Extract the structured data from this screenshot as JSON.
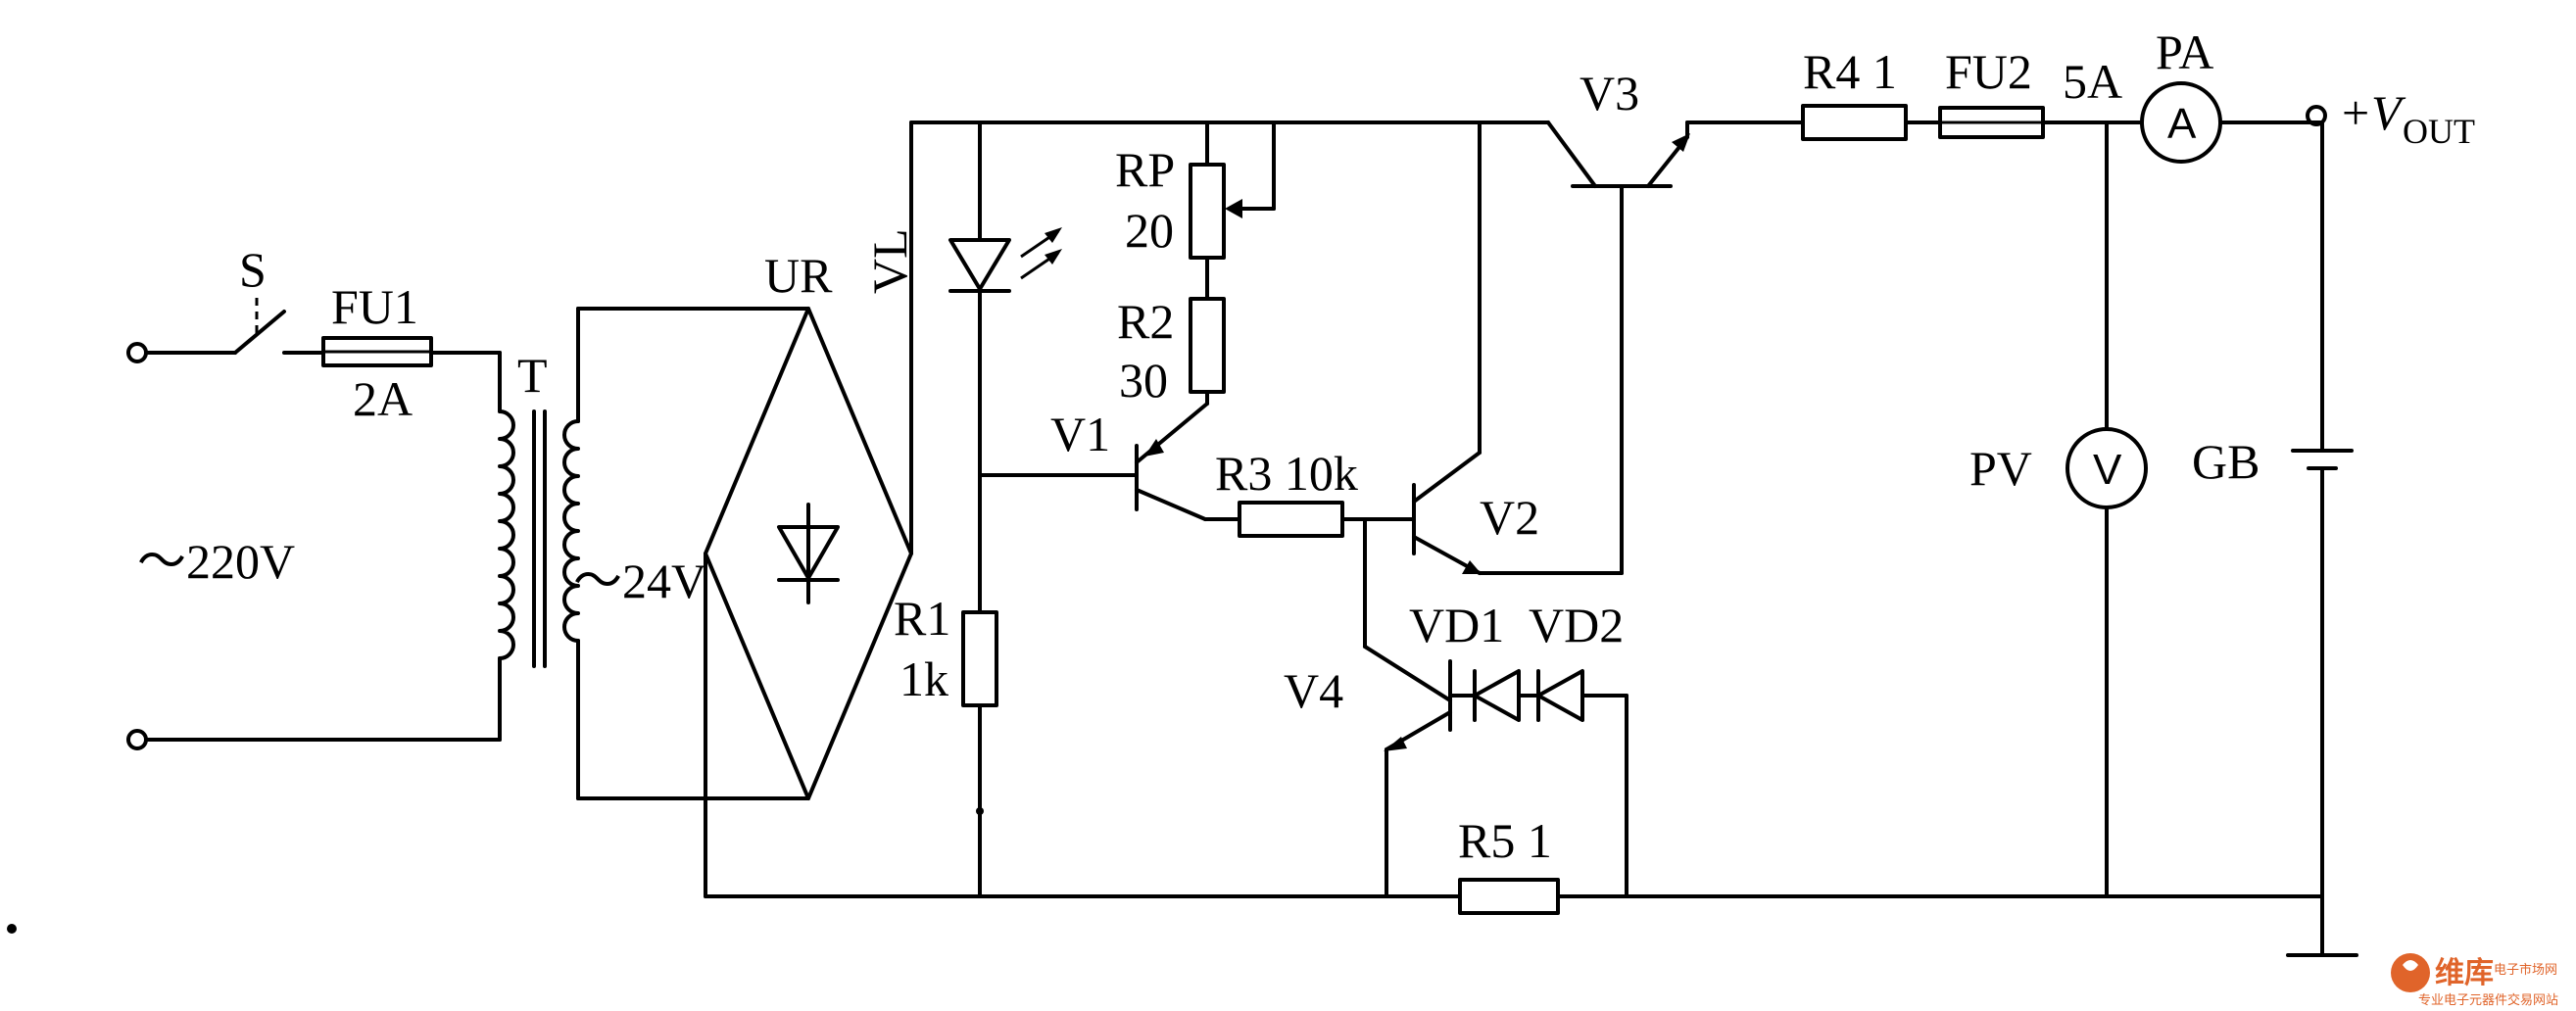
{
  "labels": {
    "S": "S",
    "FU1": "FU1",
    "FU1_rating": "2A",
    "T": "T",
    "input_voltage": "～220V",
    "secondary_voltage": "～24V",
    "UR": "UR",
    "VL": "VL",
    "RP": "RP",
    "RP_value": "20",
    "R2": "R2",
    "R2_value": "30",
    "V1": "V1",
    "R3": "R3 10k",
    "V2": "V2",
    "V3": "V3",
    "R4": "R4  1",
    "FU2": "FU2",
    "FU2_rating": "5A",
    "PA": "PA",
    "PA_symbol": "A",
    "output_plus": "+",
    "output_V": "V",
    "output_sub": "OUT",
    "PV": "PV",
    "PV_symbol": "V",
    "GB": "GB",
    "R1": "R1",
    "R1_value": "1k",
    "V4": "V4",
    "VD1": "VD1",
    "VD2": "VD2",
    "R5": "R5  1"
  },
  "watermark": {
    "brand": "维库",
    "suffix": "电子市场网",
    "tagline": "专业电子元器件交易网站"
  },
  "icons": {
    "diode": "diode-icon",
    "led": "led-icon",
    "transformer": "transformer-icon",
    "bridge": "bridge-rectifier-icon",
    "battery": "battery-icon"
  }
}
